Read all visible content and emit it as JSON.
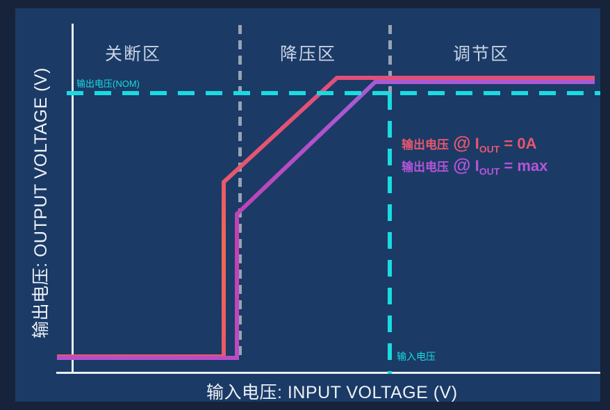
{
  "colors": {
    "background": "#16233a",
    "panel": "#1b3a66",
    "axis": "#e9edf2",
    "divider": "#97a4b4",
    "cyan": "#19dbe0",
    "curve_noload": "#e8566f",
    "curve_maxload": "#b455d8",
    "region_text": "#c9d4e4"
  },
  "axes": {
    "x_label": "输入电压: INPUT VOLTAGE (V)",
    "y_label": "输出电压: OUTPUT VOLTAGE (V)"
  },
  "annotations": {
    "nominal_output": "输出电压(NOM)",
    "input_voltage": "输入电压"
  },
  "regions": [
    {
      "label": "关断区"
    },
    {
      "label": "降压区"
    },
    {
      "label": "调节区"
    }
  ],
  "legend": [
    {
      "cn": "输出电压",
      "at": "@",
      "symbol": "I",
      "sub": "OUT",
      "eq": " = 0A",
      "color": "#e8566f"
    },
    {
      "cn": "输出电压",
      "at": "@",
      "symbol": "I",
      "sub": "OUT",
      "eq": " = max",
      "color": "#b455d8"
    }
  ],
  "chart_data": {
    "type": "line",
    "title": "",
    "xlabel": "输入电压: INPUT VOLTAGE (V)",
    "ylabel": "输出电压: OUTPUT VOLTAGE (V)",
    "grid": false,
    "legend_position": "inside-right",
    "xlim": [
      0,
      100
    ],
    "ylim": [
      0,
      100
    ],
    "reference_lines": [
      {
        "name": "nominal_output",
        "orientation": "horizontal",
        "value": 100,
        "style": "dashed",
        "color": "#19dbe0",
        "label": "输出电压(NOM)"
      },
      {
        "name": "input_voltage",
        "orientation": "vertical",
        "value": 59,
        "style": "dashed",
        "color": "#19dbe0",
        "label": "输入电压"
      }
    ],
    "region_boundaries": [
      {
        "label": "关断区",
        "x_start": 0,
        "x_end": 31
      },
      {
        "label": "降压区",
        "x_start": 31,
        "x_end": 59
      },
      {
        "label": "调节区",
        "x_start": 59,
        "x_end": 100
      }
    ],
    "series": [
      {
        "name": "输出电压 @ IOUT = 0A",
        "color": "#e8566f",
        "x": [
          0,
          31,
          31,
          52,
          100
        ],
        "y": [
          0,
          0,
          49,
          100,
          100
        ]
      },
      {
        "name": "输出电压 @ IOUT = max",
        "color": "#b455d8",
        "x": [
          0,
          33.5,
          33.5,
          59,
          100
        ],
        "y": [
          0,
          0,
          40,
          99,
          99
        ]
      }
    ]
  }
}
